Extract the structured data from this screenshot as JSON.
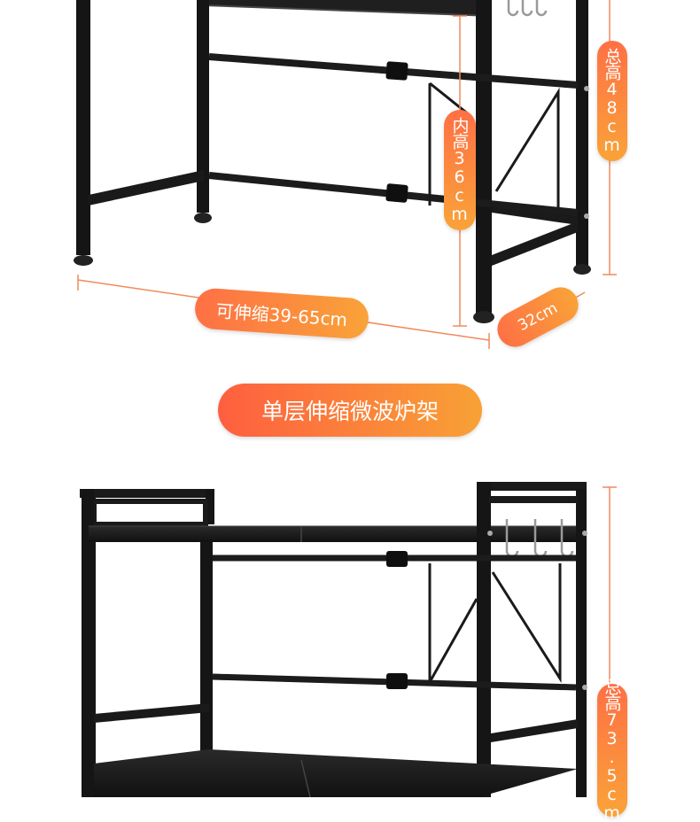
{
  "colors": {
    "frame": "#1b1b1b",
    "frame_edge": "#3a3a3a",
    "dimension_line": "#f08a5c",
    "pill_start": "#fe7045",
    "pill_end": "#f9a338",
    "title_start": "#fe5f3f",
    "title_end": "#f8a136"
  },
  "product": {
    "title": "单层伸缩微波炉架"
  },
  "dimensions": {
    "adjustable_width": "可伸缩39-65cm",
    "depth": "32cm",
    "inner_height": "内高36cm",
    "total_height_single": "总高48cm",
    "total_height_double": "总高73.5cm"
  }
}
